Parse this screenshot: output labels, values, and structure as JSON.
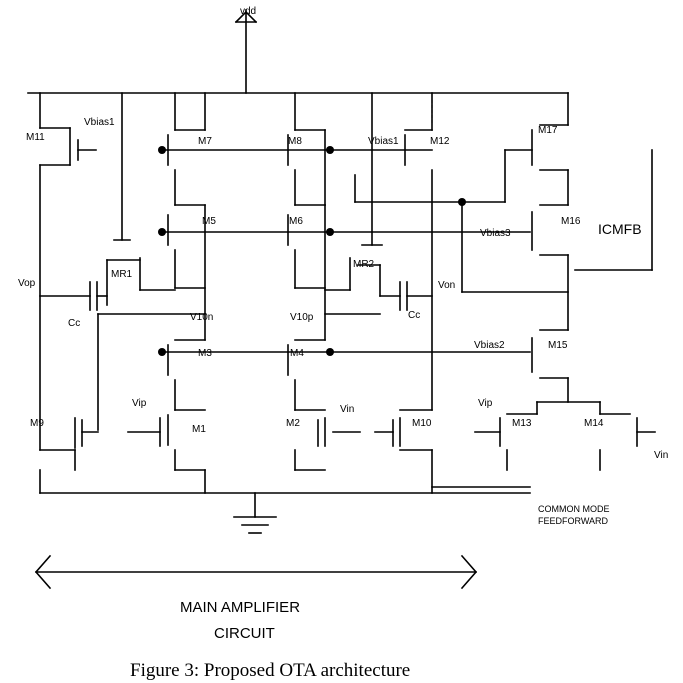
{
  "supply": {
    "vdd": "vdd"
  },
  "transistors": {
    "m11": "M11",
    "m7": "M7",
    "m8": "M8",
    "m12": "M12",
    "m17": "M17",
    "m5": "M5",
    "m6": "M6",
    "m16": "M16",
    "mr1": "MR1",
    "mr2": "MR2",
    "m3": "M3",
    "m4": "M4",
    "m15": "M15",
    "m9": "M9",
    "m1": "M1",
    "m2": "M2",
    "m10": "M10",
    "m13": "M13",
    "m14": "M14"
  },
  "nodes": {
    "vbias1_left": "Vbias1",
    "vbias1_right": "Vbias1",
    "vbias2": "Vbias2",
    "vbias3": "Vbias3",
    "vop": "Vop",
    "von": "Von",
    "v10n": "V10n",
    "v10p": "V10p",
    "vip_main": "Vip",
    "vin_main": "Vin",
    "vip_ff": "Vip",
    "vin_ff": "Vin"
  },
  "capacitors": {
    "cc_left": "Cc",
    "cc_right": "Cc"
  },
  "blocks": {
    "icmfb": "ICMFB",
    "ff_line1": "COMMON MODE",
    "ff_line2": "FEEDFORWARD",
    "main_line1": "MAIN AMPLIFIER",
    "main_line2": "CIRCUIT"
  },
  "caption": "Figure 3: Proposed OTA architecture"
}
